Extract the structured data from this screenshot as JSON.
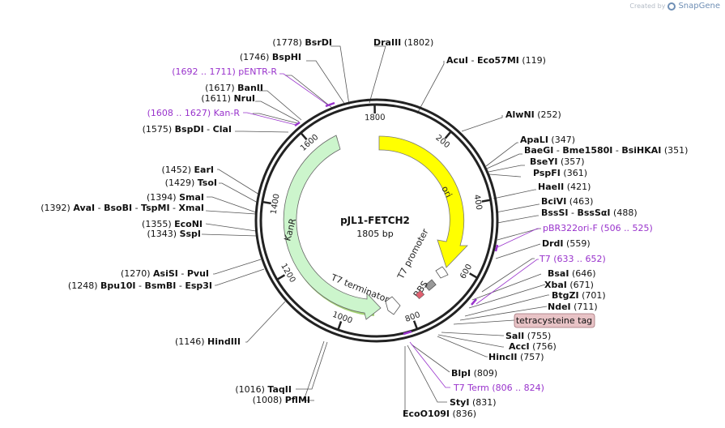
{
  "watermark": {
    "created_by": "Created by",
    "brand": "SnapGene"
  },
  "plasmid": {
    "name": "pJL1-FETCH2",
    "length_label": "1805 bp",
    "length": 1805
  },
  "ticks": [
    "200",
    "400",
    "600",
    "800",
    "1000",
    "1200",
    "1400",
    "1600",
    "1800"
  ],
  "features": {
    "ori": "ori",
    "kanr": "KanR",
    "t7_promoter": "T7 promoter",
    "rbs": "RBS",
    "t7_terminator": "T7 terminator"
  },
  "sites": [
    {
      "name": "BsrDI",
      "pos": "(1778)"
    },
    {
      "name": "DraIII",
      "pos": "(1802)"
    },
    {
      "name": "BspHI",
      "pos": "(1746)"
    },
    {
      "name": "AcuI",
      "name2": "Eco57MI",
      "pos": "(119)"
    },
    {
      "name": "pENTR-R",
      "pos": "(1692 .. 1711)",
      "primer": true
    },
    {
      "name": "BanII",
      "pos": "(1617)"
    },
    {
      "name": "NruI",
      "pos": "(1611)"
    },
    {
      "name": "AlwNI",
      "pos": "(252)"
    },
    {
      "name": "Kan-R",
      "pos": "(1608 .. 1627)",
      "primer": true
    },
    {
      "name": "BspDI",
      "name2": "ClaI",
      "pos": "(1575)"
    },
    {
      "name": "ApaLI",
      "pos": "(347)"
    },
    {
      "name": "BaeGI",
      "name2": "Bme1580I",
      "name3": "BsiHKAI",
      "pos": "(351)"
    },
    {
      "name": "BseYI",
      "pos": "(357)"
    },
    {
      "name": "PspFI",
      "pos": "(361)"
    },
    {
      "name": "EarI",
      "pos": "(1452)"
    },
    {
      "name": "TsoI",
      "pos": "(1429)"
    },
    {
      "name": "HaeII",
      "pos": "(421)"
    },
    {
      "name": "SmaI",
      "pos": "(1394)"
    },
    {
      "name": "BciVI",
      "pos": "(463)"
    },
    {
      "name": "AvaI",
      "name2": "BsoBI",
      "name3": "TspMI",
      "name4": "XmaI",
      "pos": "(1392)"
    },
    {
      "name": "BssSI",
      "name2": "BssSαI",
      "pos": "(488)"
    },
    {
      "name": "EcoNI",
      "pos": "(1355)"
    },
    {
      "name": "SspI",
      "pos": "(1343)"
    },
    {
      "name": "pBR322ori-F",
      "pos": "(506 .. 525)",
      "primer": true
    },
    {
      "name": "DrdI",
      "pos": "(559)"
    },
    {
      "name": "T7",
      "pos": "(633 .. 652)",
      "primer": true
    },
    {
      "name": "AsiSI",
      "name2": "PvuI",
      "pos": "(1270)"
    },
    {
      "name": "BsaI",
      "pos": "(646)"
    },
    {
      "name": "Bpu10I",
      "name2": "BsmBI",
      "name3": "Esp3I",
      "pos": "(1248)"
    },
    {
      "name": "XbaI",
      "pos": "(671)"
    },
    {
      "name": "BtgZI",
      "pos": "(701)"
    },
    {
      "name": "NdeI",
      "pos": "(711)"
    },
    {
      "name": "tetracysteine tag",
      "pos": "",
      "tag": true
    },
    {
      "name": "HindIII",
      "pos": "(1146)"
    },
    {
      "name": "SalI",
      "pos": "(755)"
    },
    {
      "name": "AccI",
      "pos": "(756)"
    },
    {
      "name": "HincII",
      "pos": "(757)"
    },
    {
      "name": "BlpI",
      "pos": "(809)"
    },
    {
      "name": "TaqII",
      "pos": "(1016)"
    },
    {
      "name": "T7 Term",
      "pos": "(806 .. 824)",
      "primer": true
    },
    {
      "name": "PflMI",
      "pos": "(1008)"
    },
    {
      "name": "StyI",
      "pos": "(831)"
    },
    {
      "name": "EcoO109I",
      "pos": "(836)"
    }
  ],
  "colors": {
    "ori": "#ffff00",
    "kanr": "#ccf5cc",
    "primer": "#9933cc",
    "ring": "#222222",
    "tag_fill": "#e8c3c6",
    "rbs": "#999999",
    "cds_marker": "#e06070"
  }
}
